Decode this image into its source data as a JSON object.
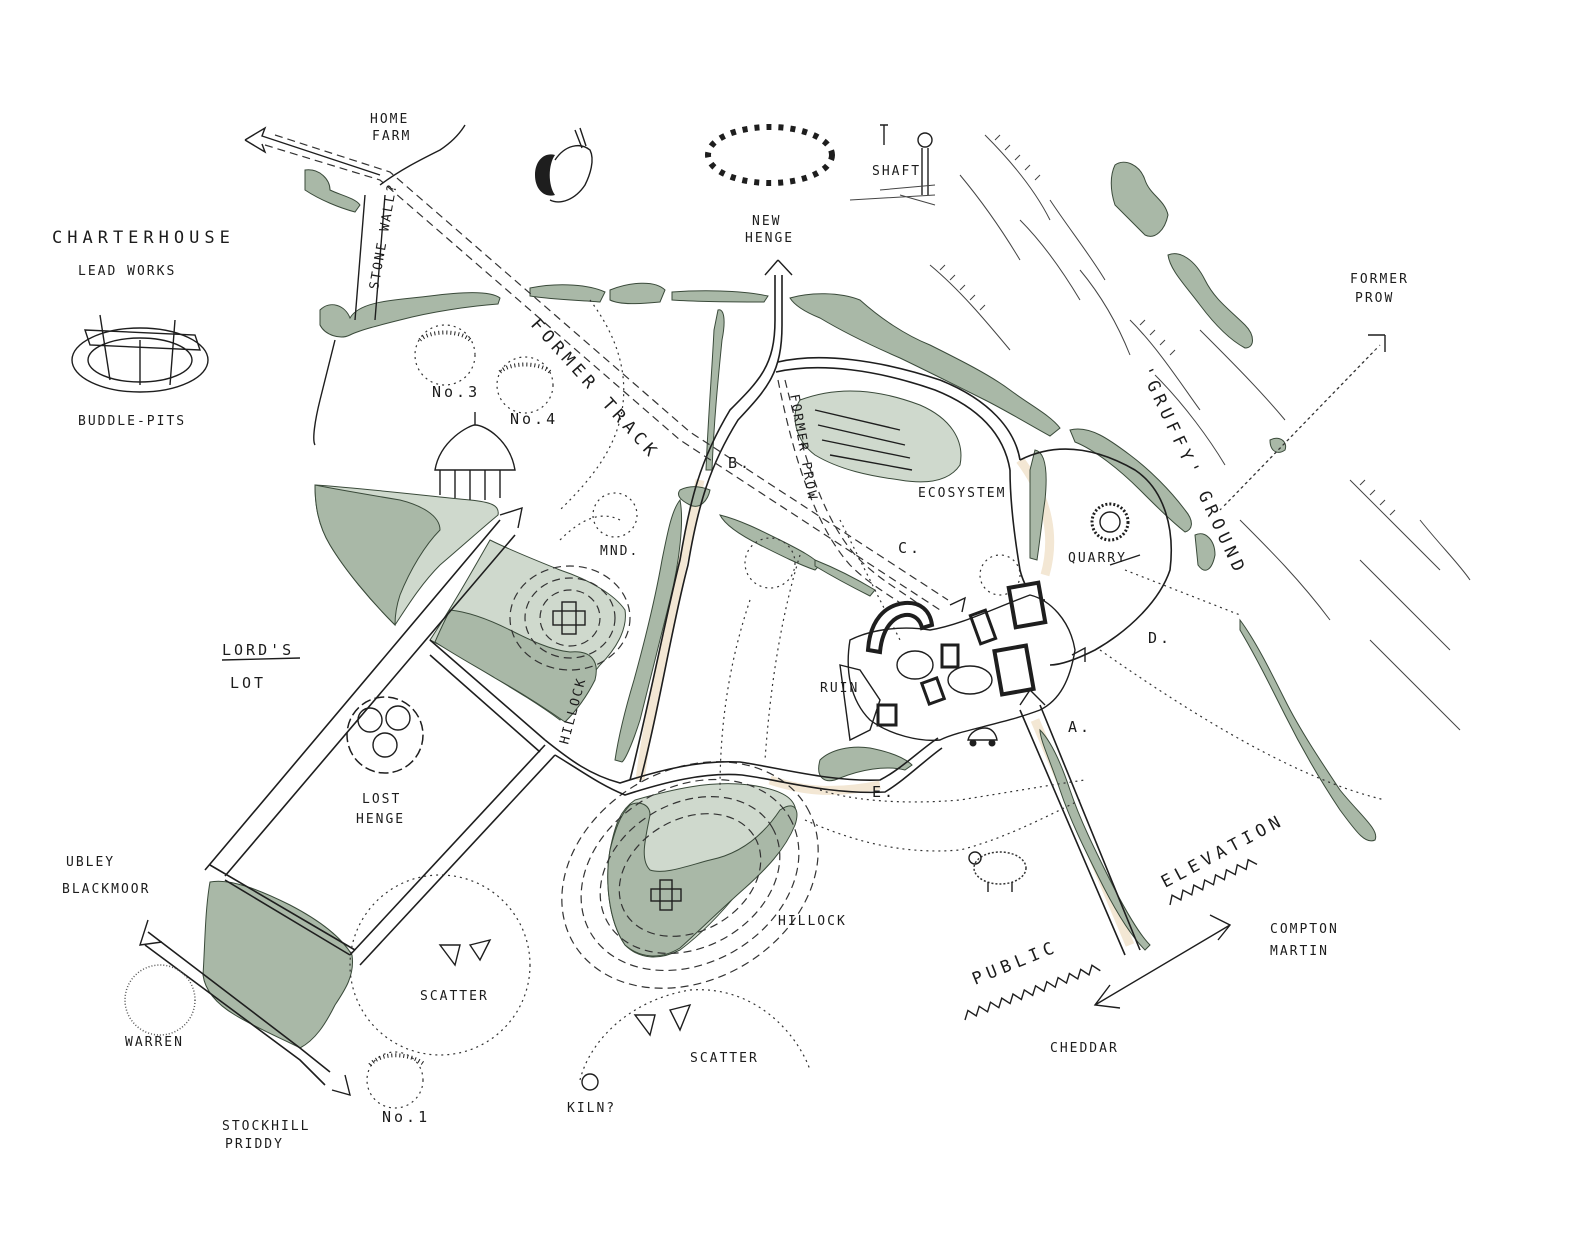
{
  "colors": {
    "vegetation": "#a9b8a7",
    "vegetation_light": "#cfd9cd",
    "path_highlight": "#f3e7d4",
    "ink": "#1e1e1e",
    "background": "#ffffff"
  },
  "labels": {
    "charterhouse": "CHARTERHOUSE",
    "lead_works": "LEAD WORKS",
    "buddle_pits": "BUDDLE-PITS",
    "home": "HOME",
    "farm": "FARM",
    "stone_wall": "STONE WALL?",
    "no3": "No.3",
    "no4": "No.4",
    "former_track": "FORMER TRACK",
    "new": "NEW",
    "henge": "HENGE",
    "shaft": "SHAFT",
    "former_prow_vertical": "FORMER PROW",
    "ecosystem": "ECOSYSTEM",
    "former": "FORMER",
    "prow": "PROW",
    "gruffy_ground": "'GRUFFY' GROUND",
    "mnd": "MND.",
    "lords": "LORD'S",
    "lot": "LOT",
    "hillock_small": "HILLOCK",
    "lost": "LOST",
    "henge_lost": "HENGE",
    "hillock": "HILLOCK",
    "ruin": "RUIN",
    "quarry": "QUARRY",
    "point_a": "A.",
    "point_b": "B.",
    "point_c": "C.",
    "point_d": "D.",
    "point_e": "E.",
    "ubley": "UBLEY",
    "blackmoor": "BLACKMOOR",
    "warren": "WARREN",
    "scatter_1": "SCATTER",
    "scatter_2": "SCATTER",
    "no1": "No.1",
    "kiln": "KILN?",
    "stockhill": "STOCKHILL",
    "priddy": "PRIDDY",
    "public": "PUBLIC",
    "elevation": "ELEVATION",
    "compton": "COMPTON",
    "martin": "MARTIN",
    "cheddar": "CHEDDAR"
  }
}
